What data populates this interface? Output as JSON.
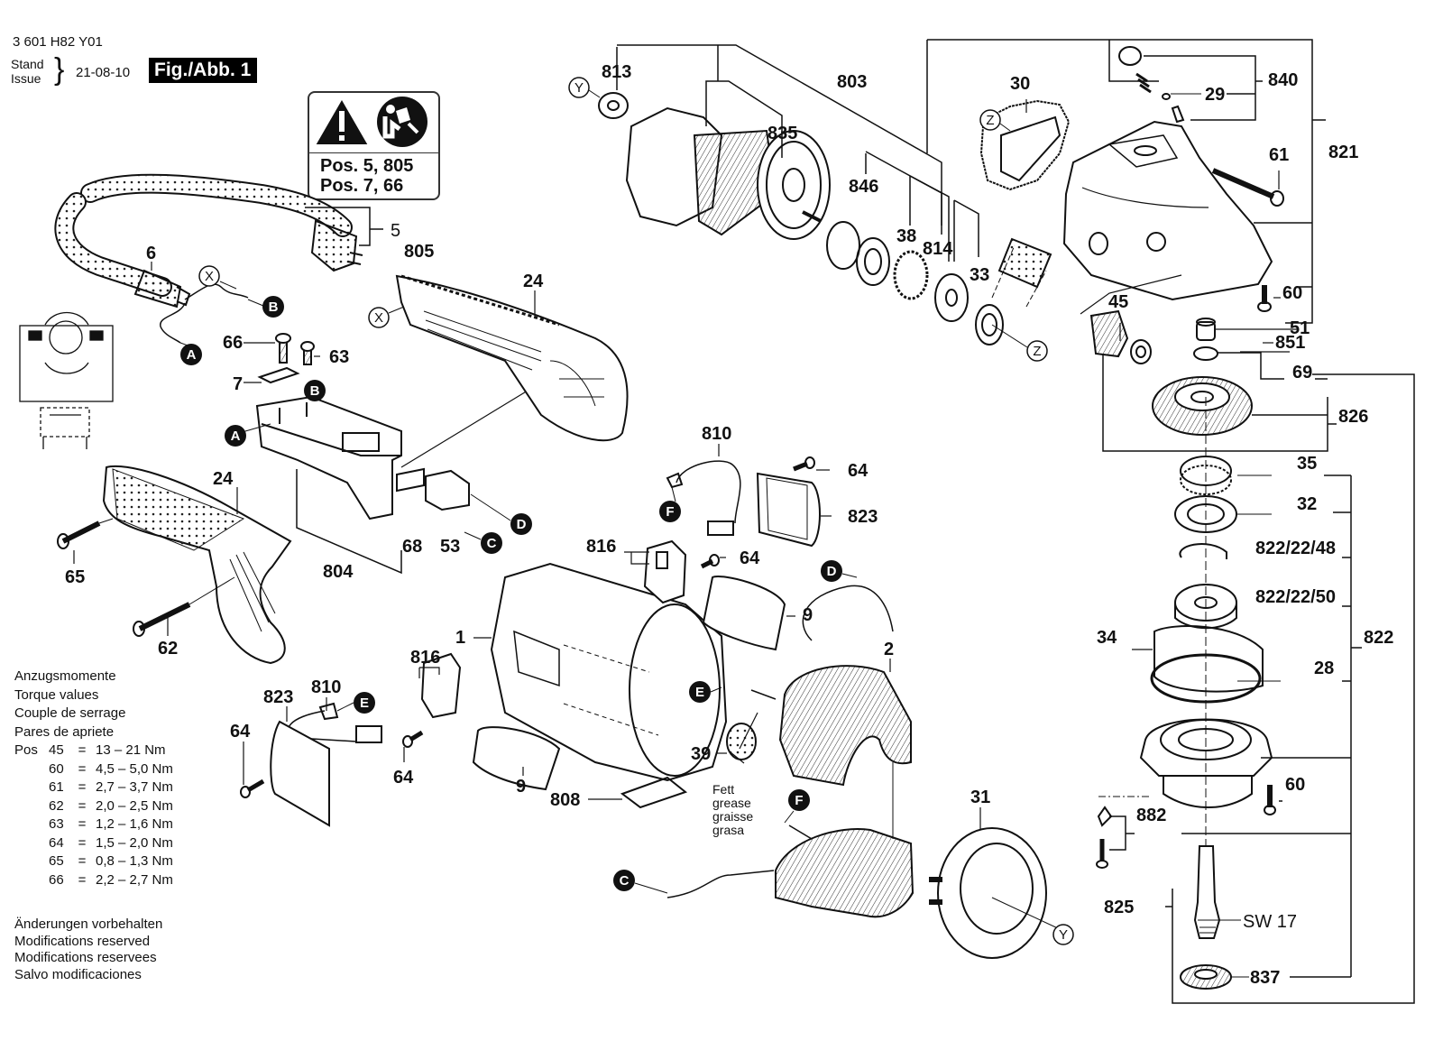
{
  "header": {
    "part_number": "3 601 H82 Y01",
    "stand_label": "Stand",
    "issue_label": "Issue",
    "issue_date": "21-08-10",
    "figure_label": "Fig./Abb. 1"
  },
  "warning_box": {
    "icons": [
      "warning-triangle-icon",
      "read-manual-icon"
    ],
    "lines": [
      "Pos. 5, 805",
      "Pos. 7, 66"
    ]
  },
  "torque": {
    "titles": [
      "Anzugsmomente",
      "Torque values",
      "Couple de serrage",
      "Pares de apriete"
    ],
    "pos_label": "Pos",
    "rows": [
      {
        "pos": "45",
        "eq": "=",
        "value": "13  – 21 Nm"
      },
      {
        "pos": "60",
        "eq": "=",
        "value": "4,5 – 5,0 Nm"
      },
      {
        "pos": "61",
        "eq": "=",
        "value": "2,7 – 3,7 Nm"
      },
      {
        "pos": "62",
        "eq": "=",
        "value": "2,0 – 2,5 Nm"
      },
      {
        "pos": "63",
        "eq": "=",
        "value": "1,2 – 1,6 Nm"
      },
      {
        "pos": "64",
        "eq": "=",
        "value": "1,5 – 2,0 Nm"
      },
      {
        "pos": "65",
        "eq": "=",
        "value": "0,8 – 1,3 Nm"
      },
      {
        "pos": "66",
        "eq": "=",
        "value": "2,2 – 2,7 Nm"
      }
    ]
  },
  "modifications": [
    "Änderungen vorbehalten",
    "Modifications reserved",
    "Modifications reservees",
    "Salvo modificaciones"
  ],
  "grease_note": [
    "Fett",
    "grease",
    "graisse",
    "grasa"
  ],
  "connector_markers": {
    "A": "A",
    "B": "B",
    "C": "C",
    "D": "D",
    "E": "E",
    "F": "F",
    "X": "X",
    "Y": "Y",
    "Z": "Z"
  },
  "part_labels": {
    "p813": "813",
    "p803": "803",
    "p835": "835",
    "p846": "846",
    "p38": "38",
    "p814": "814",
    "p33": "33",
    "p30": "30",
    "p840": "840",
    "p29": "29",
    "p61": "61",
    "p821": "821",
    "p60a": "60",
    "p51": "51",
    "p851": "851",
    "p45": "45",
    "p69": "69",
    "p826": "826",
    "p35": "35",
    "p32": "32",
    "p822_22_48": "822/22/48",
    "p822_22_50": "822/22/50",
    "p34": "34",
    "p822": "822",
    "p28": "28",
    "p60b": "60",
    "p882": "882",
    "p825": "825",
    "sw17": "SW 17",
    "p837": "837",
    "p5": "5",
    "p805": "805",
    "p6": "6",
    "p66": "66",
    "p63": "63",
    "p7": "7",
    "p24a": "24",
    "p24b": "24",
    "p65": "65",
    "p62": "62",
    "p804": "804",
    "p68": "68",
    "p53": "53",
    "p810a": "810",
    "p64a": "64",
    "p823a": "823",
    "p816a": "816",
    "p64b": "64",
    "p9a": "9",
    "p1": "1",
    "p816b": "816",
    "p810b": "810",
    "p823b": "823",
    "p64c": "64",
    "p64d": "64",
    "p9b": "9",
    "p808": "808",
    "p39": "39",
    "p2": "2",
    "p31": "31"
  }
}
